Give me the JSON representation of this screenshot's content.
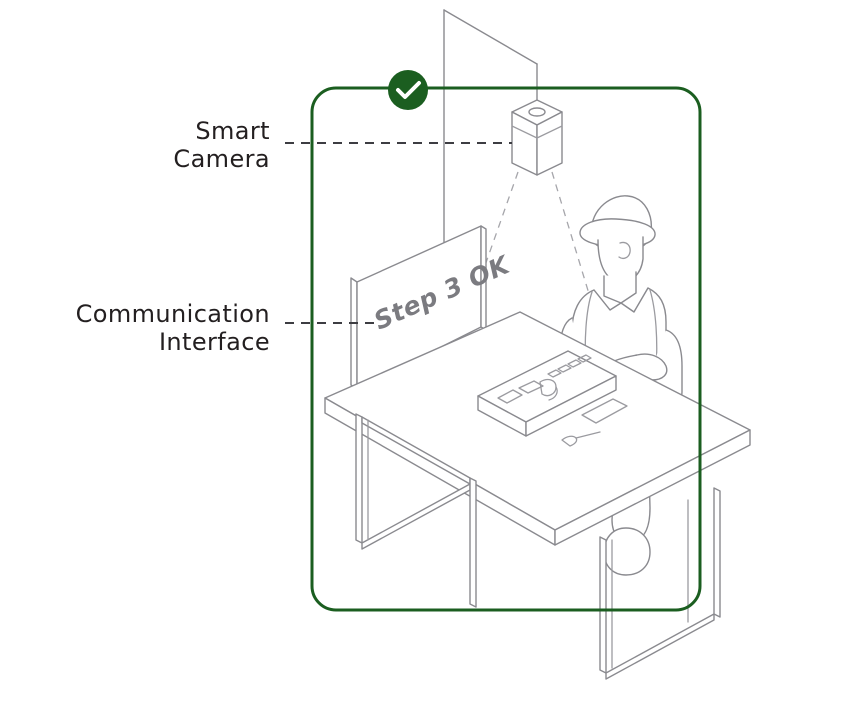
{
  "diagram": {
    "title": "Smart camera workstation diagram",
    "background_color": "#ffffff",
    "accent_color": "#1b5e20",
    "line_color": "#8a8a8f"
  },
  "callouts": [
    {
      "id": "smart-camera",
      "text": "Smart\nCamera",
      "line_1": "Smart",
      "line_2": "Camera",
      "leader": "dashed-horizontal"
    },
    {
      "id": "communication-interface",
      "text": "Communication\nInterface",
      "line_1": "Communication",
      "line_2": "Interface",
      "leader": "dashed-horizontal"
    }
  ],
  "badge": {
    "name": "check-badge",
    "glyph": "check",
    "color": "#1b5e20",
    "glyph_color": "#ffffff"
  },
  "frame": {
    "name": "green-rounded-frame",
    "color": "#1b5e20",
    "stroke_width": 3,
    "corner_radius": 24
  },
  "scene": {
    "monitor": {
      "name": "monitor",
      "screen_text": "Step 3 OK"
    },
    "camera": {
      "name": "smart-camera",
      "mount": "ceiling-pole"
    },
    "worker": {
      "name": "worker-figure",
      "ppe": "hard-hat"
    },
    "table": {
      "name": "workbench"
    },
    "tray": {
      "name": "parts-tray"
    },
    "tools": [
      {
        "name": "screwdriver"
      },
      {
        "name": "flat-part"
      }
    ],
    "projection": {
      "name": "camera-field-of-view",
      "style": "dashed"
    }
  }
}
